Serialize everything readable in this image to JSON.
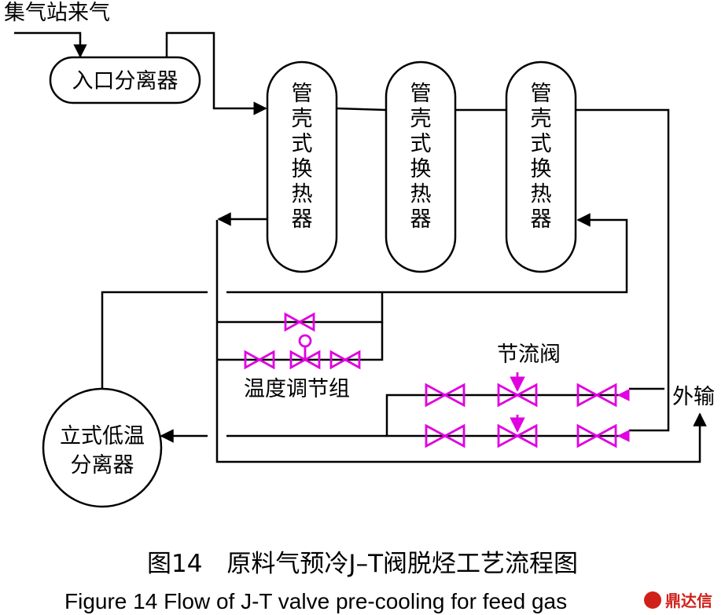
{
  "source_label": "集气站来气",
  "inlet_separator": "入口分离器",
  "heat_exchangers": [
    {
      "label": "管壳式换热器"
    },
    {
      "label": "管壳式换热器"
    },
    {
      "label": "管壳式换热器"
    }
  ],
  "temp_control_group_label": "温度调节组",
  "throttle_valve_label": "节流阀",
  "export_label": "外输",
  "low_temp_separator": [
    "立式低温",
    "分离器"
  ],
  "caption_cn": "图14　原料气预冷J–T阀脱烃工艺流程图",
  "caption_en": "Figure 14    Flow of J-T valve pre-cooling for feed gas",
  "watermark": "鼎达信",
  "colors": {
    "valve": "#e000e0",
    "line": "#000000",
    "watermark": "#d0201a"
  }
}
